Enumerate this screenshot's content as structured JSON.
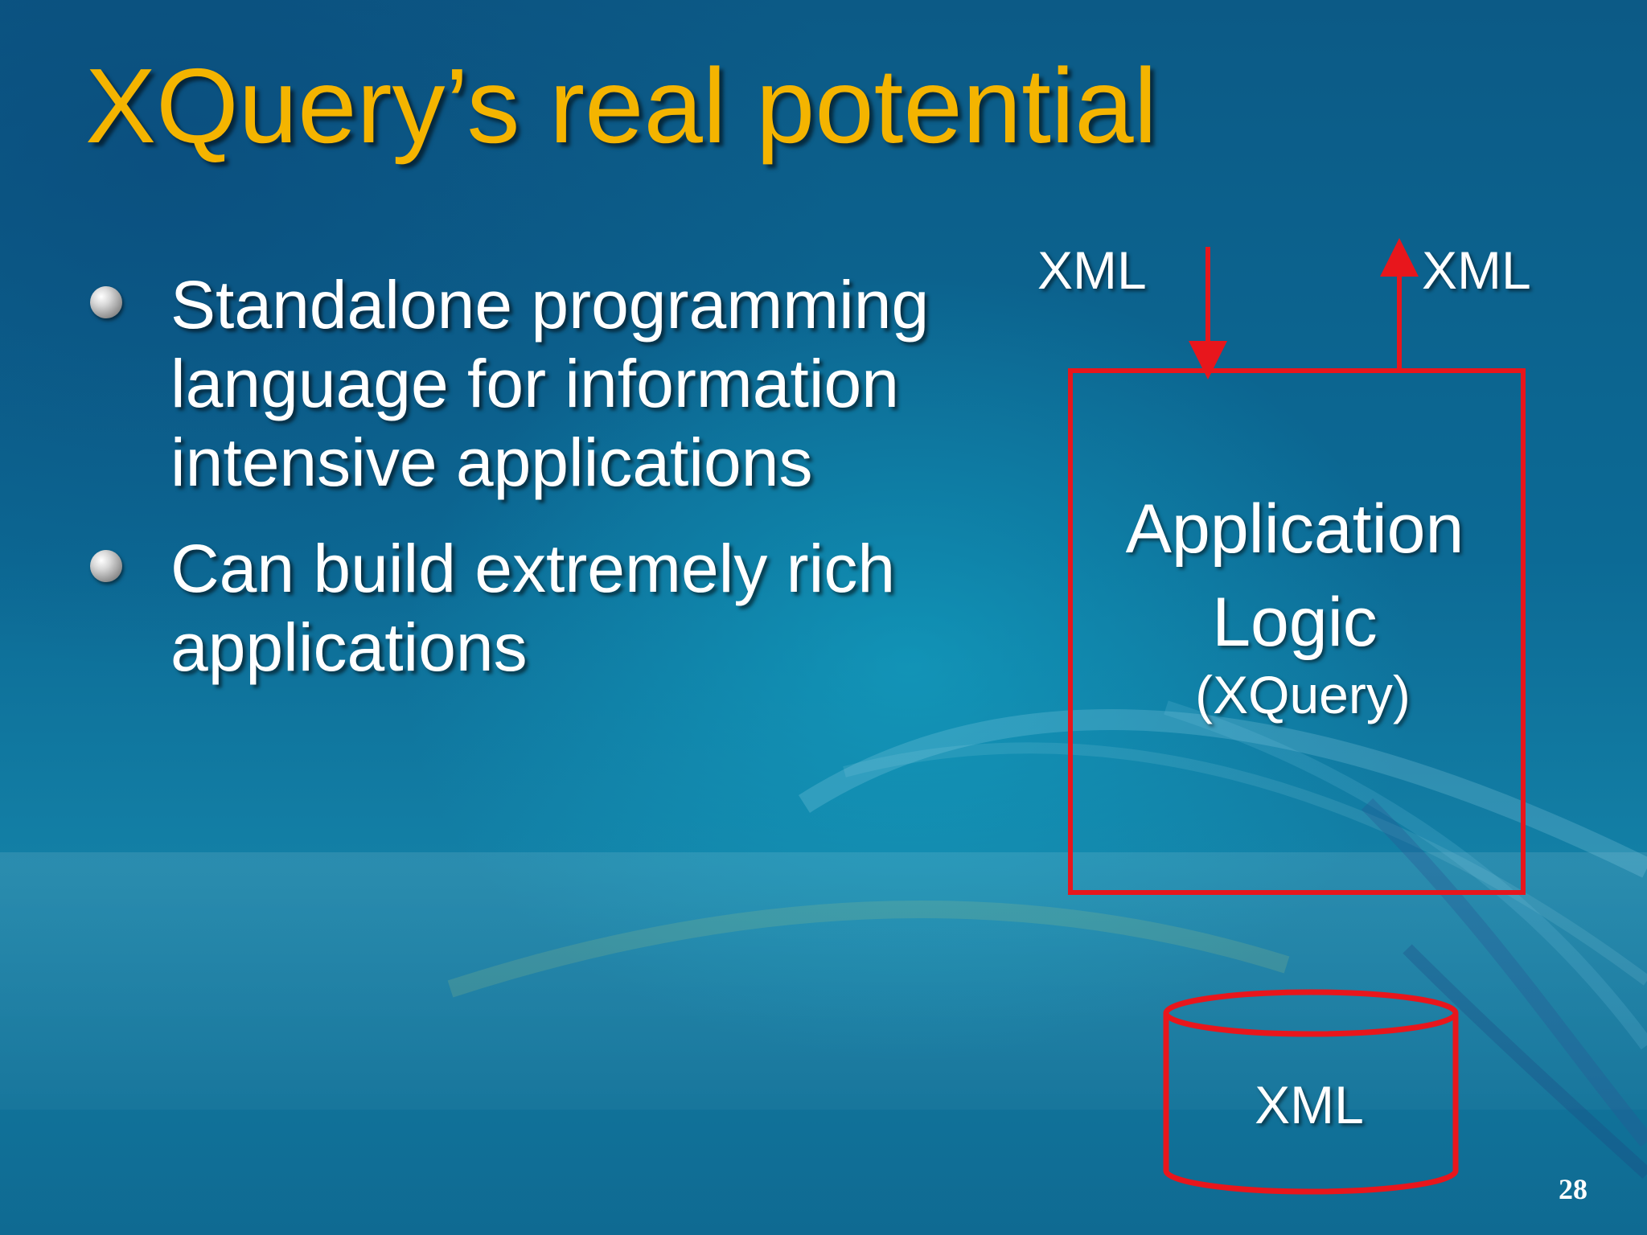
{
  "slide": {
    "title": "XQuery’s real potential",
    "bullets": [
      "Standalone programming language for information intensive applications",
      "Can build extremely rich applications"
    ],
    "page_number": "28"
  },
  "diagram": {
    "input_label": "XML",
    "output_label": "XML",
    "logic_box_label": "Application Logic",
    "logic_box_sublabel": "(XQuery)",
    "database_label": "XML"
  },
  "colors": {
    "title": "#f4b400",
    "text": "#ffffff",
    "diagram_lines": "#e8161c",
    "background": "#0f5f8a"
  }
}
